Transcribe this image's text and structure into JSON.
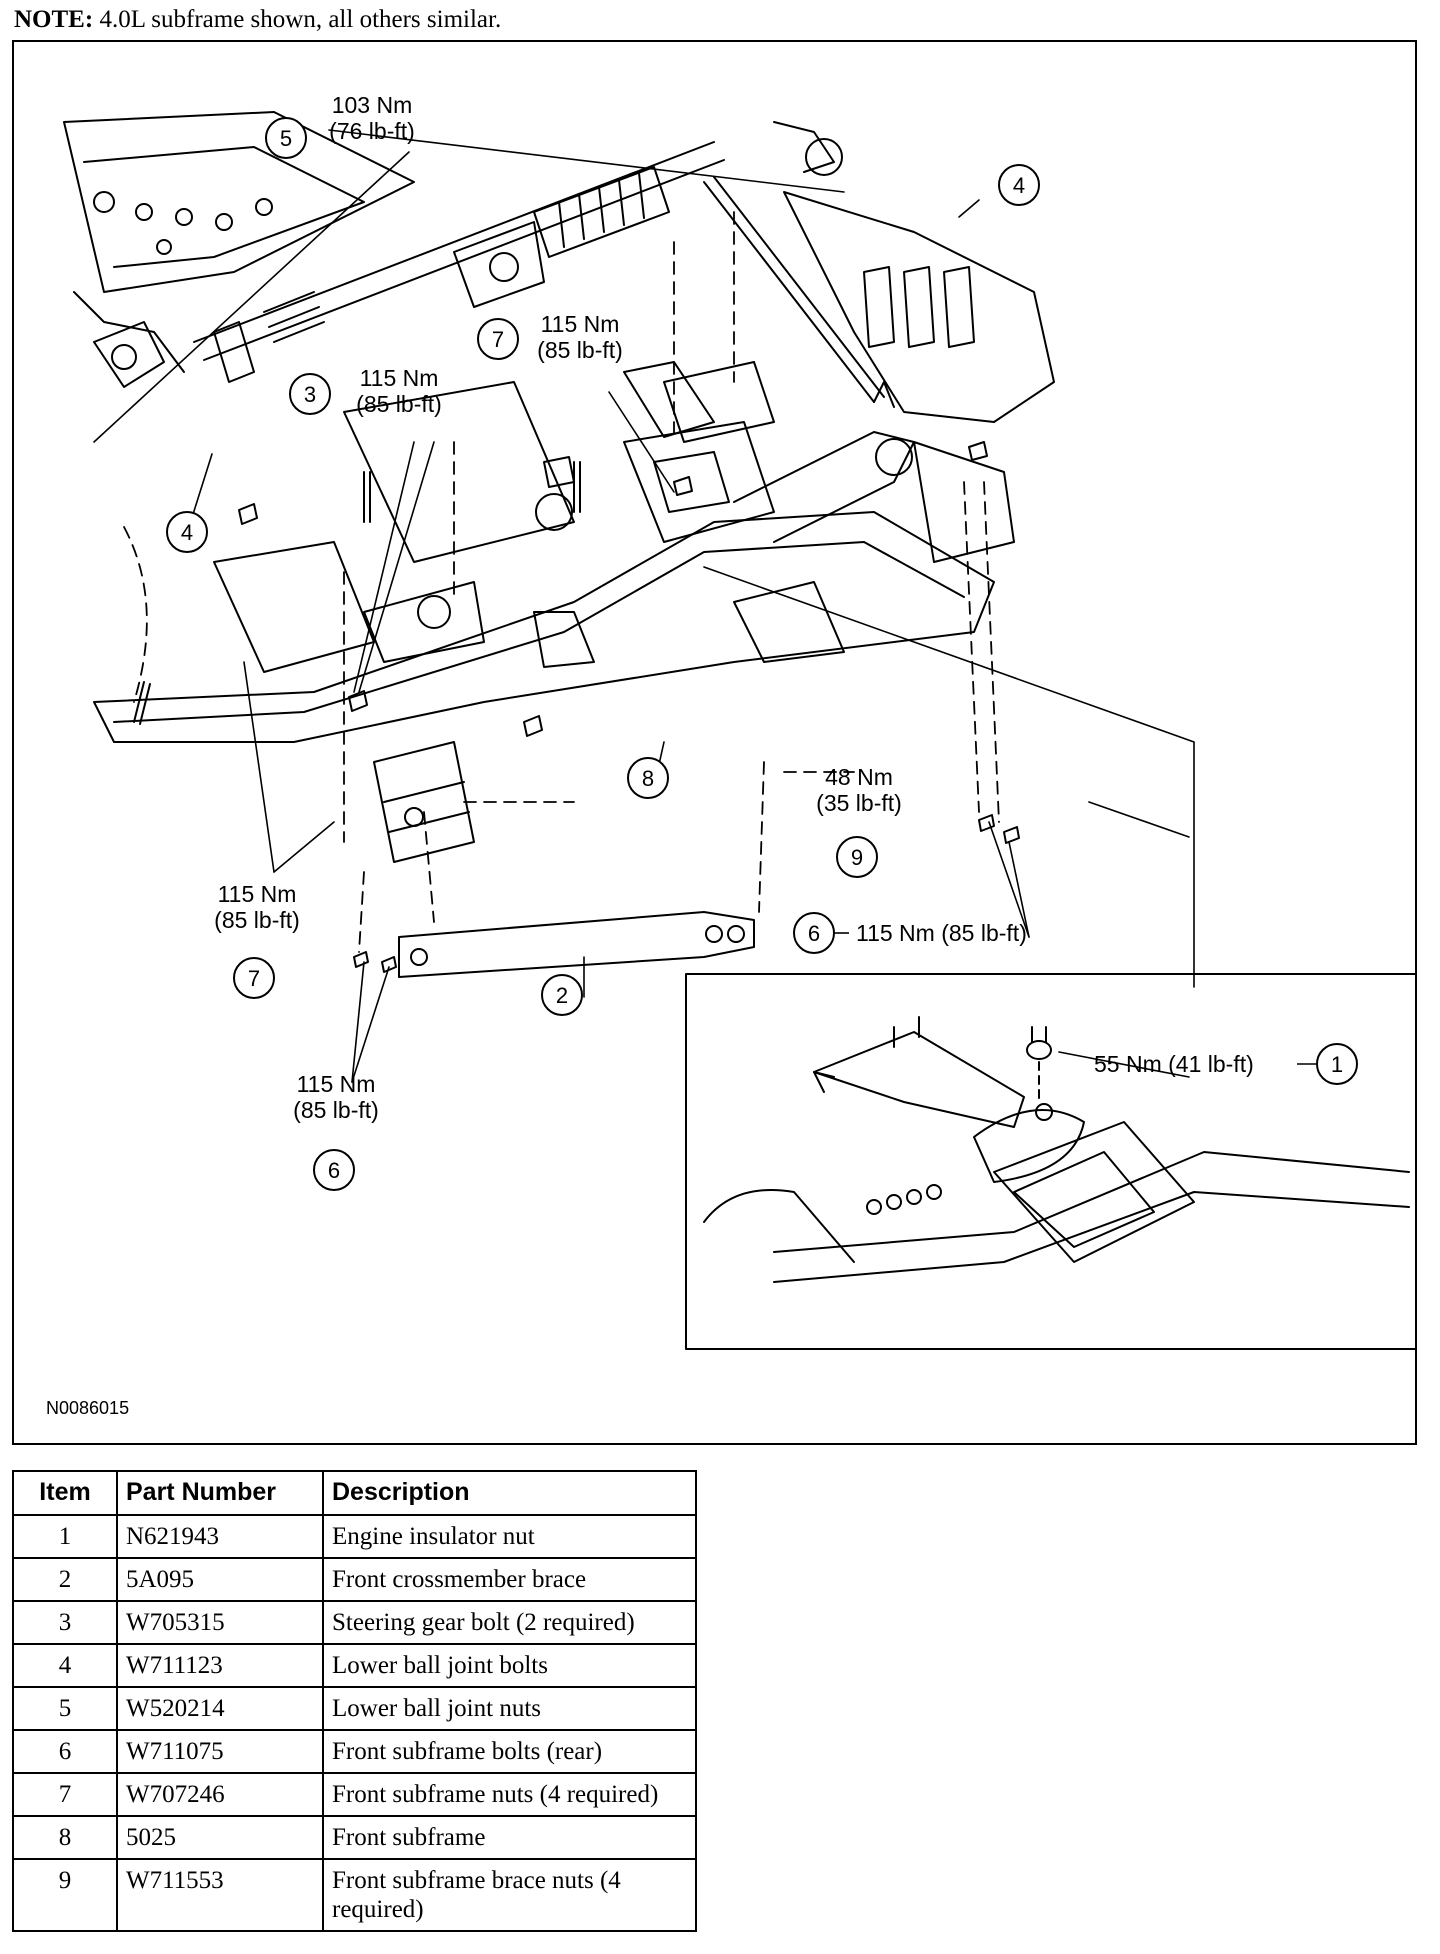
{
  "note": {
    "label": "NOTE:",
    "text": "4.0L subframe shown, all others similar."
  },
  "figure": {
    "id": "N0086015",
    "callouts": {
      "c5": {
        "num": "5",
        "nm": "103 Nm",
        "lbft": "(76 lb-ft)"
      },
      "c4a": {
        "num": "4"
      },
      "c7a": {
        "num": "7",
        "nm": "115 Nm",
        "lbft": "(85 lb-ft)"
      },
      "c3": {
        "num": "3",
        "nm": "115 Nm",
        "lbft": "(85 lb-ft)"
      },
      "c4b": {
        "num": "4"
      },
      "c8": {
        "num": "8"
      },
      "c9": {
        "num": "9",
        "nm": "48 Nm",
        "lbft": "(35 lb-ft)"
      },
      "c7b": {
        "num": "7",
        "nm": "115 Nm",
        "lbft": "(85 lb-ft)"
      },
      "c6a": {
        "num": "6",
        "text": "115 Nm (85 lb-ft)"
      },
      "c2": {
        "num": "2"
      },
      "c6b": {
        "num": "6",
        "nm": "115 Nm",
        "lbft": "(85 lb-ft)"
      },
      "c1": {
        "num": "1",
        "text": "55 Nm (41 lb-ft)"
      }
    }
  },
  "table": {
    "headers": {
      "item": "Item",
      "part": "Part Number",
      "desc": "Description"
    },
    "rows": [
      {
        "item": "1",
        "part": "N621943",
        "desc": "Engine insulator nut"
      },
      {
        "item": "2",
        "part": "5A095",
        "desc": "Front crossmember brace"
      },
      {
        "item": "3",
        "part": "W705315",
        "desc": "Steering gear bolt (2 required)"
      },
      {
        "item": "4",
        "part": "W711123",
        "desc": "Lower ball joint bolts"
      },
      {
        "item": "5",
        "part": "W520214",
        "desc": "Lower ball joint nuts"
      },
      {
        "item": "6",
        "part": "W711075",
        "desc": "Front subframe bolts (rear)"
      },
      {
        "item": "7",
        "part": "W707246",
        "desc": "Front subframe nuts (4 required)"
      },
      {
        "item": "8",
        "part": "5025",
        "desc": "Front subframe"
      },
      {
        "item": "9",
        "part": "W711553",
        "desc": "Front subframe brace nuts (4 required)"
      }
    ]
  }
}
